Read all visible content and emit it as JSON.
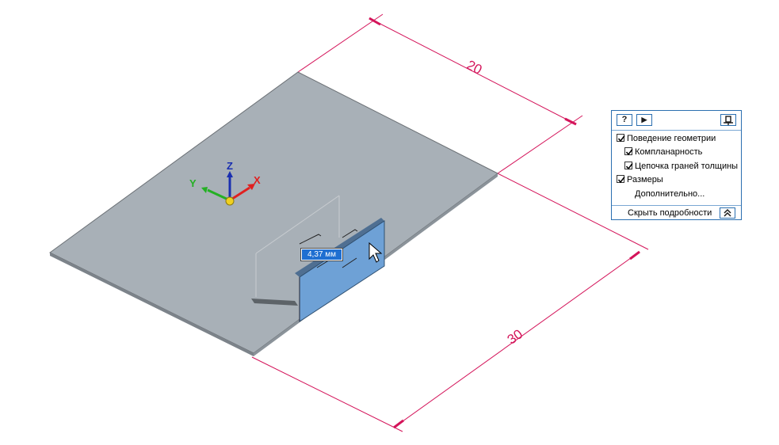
{
  "viewport": {
    "dimension_width": "20",
    "dimension_length": "30",
    "value_input": "4,37 мм",
    "axes": {
      "x": "X",
      "y": "Y",
      "z": "Z"
    },
    "colors": {
      "dimension": "#d4145a",
      "sheet": "#a8b0b7",
      "flange": "#6ea1d6",
      "axis_x": "#e02020",
      "axis_y": "#24b024",
      "axis_z": "#1a2fb0"
    }
  },
  "panel": {
    "help_label": "?",
    "play_label": "▶",
    "geometry_behavior": {
      "label": "Поведение геометрии",
      "checked": true
    },
    "coplanarity": {
      "label": "Компланарность",
      "checked": true
    },
    "thickness_chain": {
      "label": "Цепочка граней толщины",
      "checked": true
    },
    "dimensions": {
      "label": "Размеры",
      "checked": true
    },
    "more_label": "Дополнительно...",
    "hide_details_label": "Скрыть подробности"
  }
}
